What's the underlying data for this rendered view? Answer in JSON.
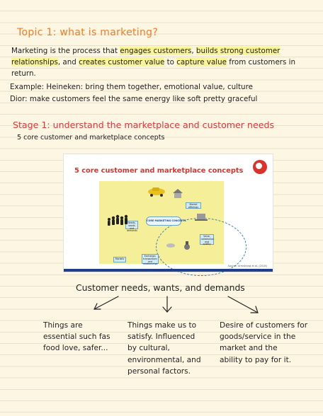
{
  "topic1": {
    "title": "Topic 1: what is marketing?"
  },
  "definition": {
    "t1": "Marketing is the process that ",
    "h1": "engages customers",
    "t2": ", ",
    "h2": "builds strong customer relationships",
    "t3": ", and ",
    "h3": "creates customer value",
    "t4": " to ",
    "h4": "capture value",
    "t5": " from customers in return."
  },
  "examples": {
    "line1": "Example: Heineken: bring them together, emotional value, culture",
    "line2": "Dior: make customers feel the same energy like soft pretty graceful"
  },
  "stage1": {
    "title": "Stage 1: understand the marketplace and customer needs",
    "subtitle": "5 core customer and marketplace concepts"
  },
  "slide": {
    "title": "5 core customer and marketplace concepts",
    "center": "CORE MARKETING CONCEPTS",
    "boxes": {
      "needs": "Needs, wants and demands",
      "offerings": "Market offerings",
      "value": "Value, satisfaction and quality",
      "exchange": "Exchange, transactions and relationships",
      "markets": "Markets"
    },
    "source": "Source: Armstrong et al. (2018)"
  },
  "needs_heading": "Customer needs, wants, and demands",
  "columns": {
    "needs": "Things are\nessential such fas\nfood love, safer...",
    "wants": "Things make us to\nsatisfy. Influenced\nby cultural,\nenvironmental, and\npersonal factors.",
    "demands": "Desire of customers for\ngoods/service in the\nmarket and the\nability to pay for it."
  },
  "colors": {
    "orange": "#ef7d2a",
    "red": "#d6393a",
    "highlight": "#fbf59a",
    "paper": "#fdf6e3"
  }
}
